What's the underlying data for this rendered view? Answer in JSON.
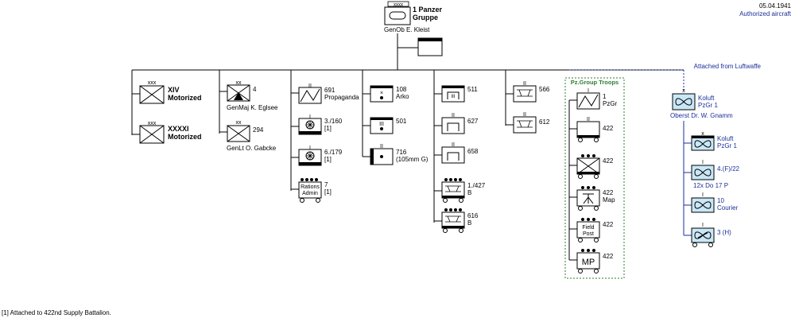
{
  "header": {
    "date": "05.04.1941",
    "subtitle": "Authorized aircraft"
  },
  "top": {
    "name": "1 Panzer",
    "name2": "Gruppe",
    "commander": "GenOb  E. Kleist"
  },
  "corps": {
    "c1": {
      "name": "XIV",
      "name2": "Motorized"
    },
    "c2": {
      "name": "XXXXI",
      "name2": "Motorized"
    }
  },
  "col2": {
    "u1": {
      "num": "4",
      "cmd": "GenMaj  K. Eglsee"
    },
    "u2": {
      "num": "294",
      "cmd": "GenLt  O. Gabcke"
    }
  },
  "col3": {
    "u1": {
      "l1": "691",
      "l2": "Propaganda"
    },
    "u2": {
      "l1": "3./160",
      "l2": "[1]"
    },
    "u3": {
      "l1": "6./179",
      "l2": "[1]"
    },
    "u4": {
      "l1": "7",
      "l2": "[1]",
      "box1": "Rations",
      "box2": "Admin"
    }
  },
  "col4": {
    "u1": {
      "l1": "108",
      "l2": "Arko"
    },
    "u2": {
      "l1": "501"
    },
    "u3": {
      "l1": "716",
      "l2": "(105mm G)"
    }
  },
  "col5": {
    "u1": {
      "l1": "511"
    },
    "u2": {
      "l1": "627"
    },
    "u3": {
      "l1": "658"
    },
    "u4": {
      "l1": "1./427",
      "l2": "B"
    },
    "u5": {
      "l1": "616",
      "l2": "B"
    }
  },
  "col6": {
    "u1": {
      "l1": "566"
    },
    "u2": {
      "l1": "612"
    }
  },
  "troops": {
    "title": "Pz.Group Troops",
    "u1": {
      "l1": "1",
      "l2": "PzGr"
    },
    "u2": {
      "l1": "422"
    },
    "u3": {
      "l1": "422"
    },
    "u4": {
      "l1": "422",
      "l2": "Map"
    },
    "u5": {
      "l1": "422",
      "box1": "Field",
      "box2": "Post"
    },
    "u6": {
      "l1": "422",
      "box": "MP"
    }
  },
  "luft": {
    "attached": "Attached from Luftwaffe",
    "main": {
      "l1": "Koluft",
      "l2": "PzGr 1",
      "cmd": "Oberst  Dr. W. Gnamm"
    },
    "u1": {
      "l1": "Koluft",
      "l2": "PzGr 1"
    },
    "u2": {
      "l1": "4.(F)/22",
      "sub": "12x Do 17 P"
    },
    "u3": {
      "l1": "10",
      "l2": "Courier"
    },
    "u4": {
      "l1": "3 (H)"
    }
  },
  "footnote": "[1] Attached to 422nd Supply Battalion."
}
